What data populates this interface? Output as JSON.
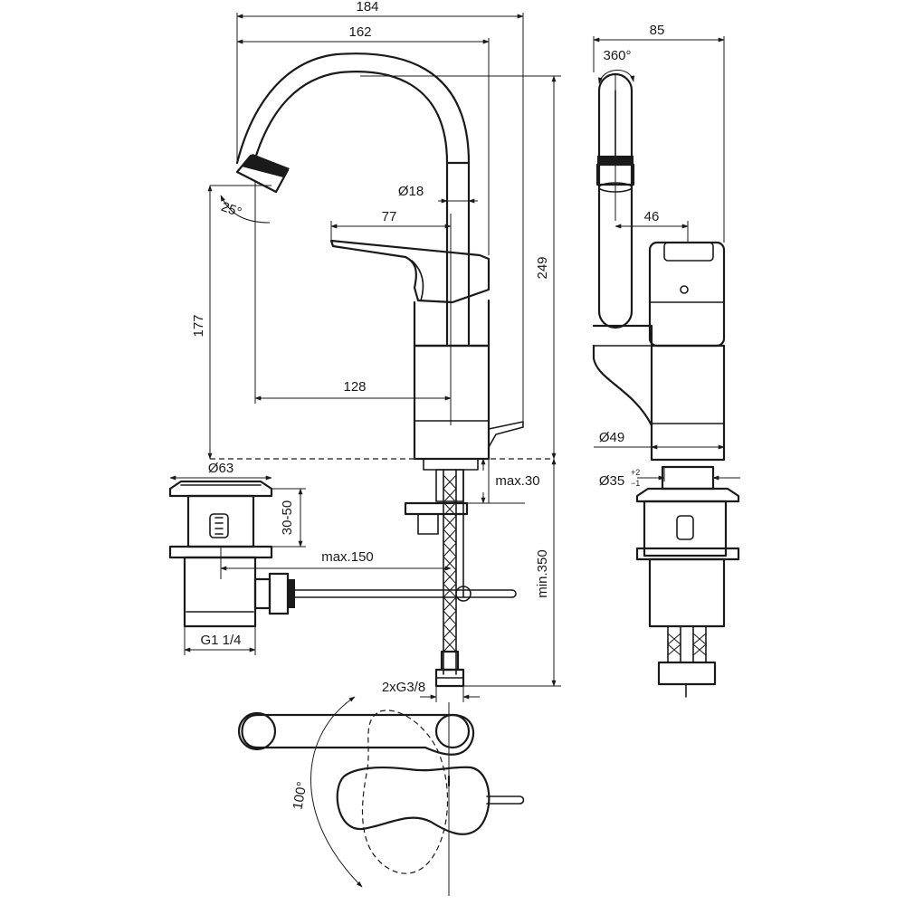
{
  "dimensions": {
    "overall_width": "184",
    "spout_reach": "162",
    "side_width": "85",
    "rotation": "360°",
    "spout_diameter": "Ø18",
    "lever_offset": "77",
    "side_offset": "46",
    "spout_angle": "25°",
    "total_height": "249",
    "outlet_height": "177",
    "outlet_reach": "128",
    "body_diameter": "Ø49",
    "base_diameter": "Ø63",
    "hole_diameter": "Ø35",
    "hole_tolerance_upper": "+2",
    "hole_tolerance_lower": "−1",
    "waste_height": "30-50",
    "deck_thickness": "max.30",
    "rod_length": "max.150",
    "hose_length": "min.350",
    "waste_thread": "G1 1/4",
    "connection_thread": "2xG3/8",
    "lever_rotation": "100°"
  }
}
